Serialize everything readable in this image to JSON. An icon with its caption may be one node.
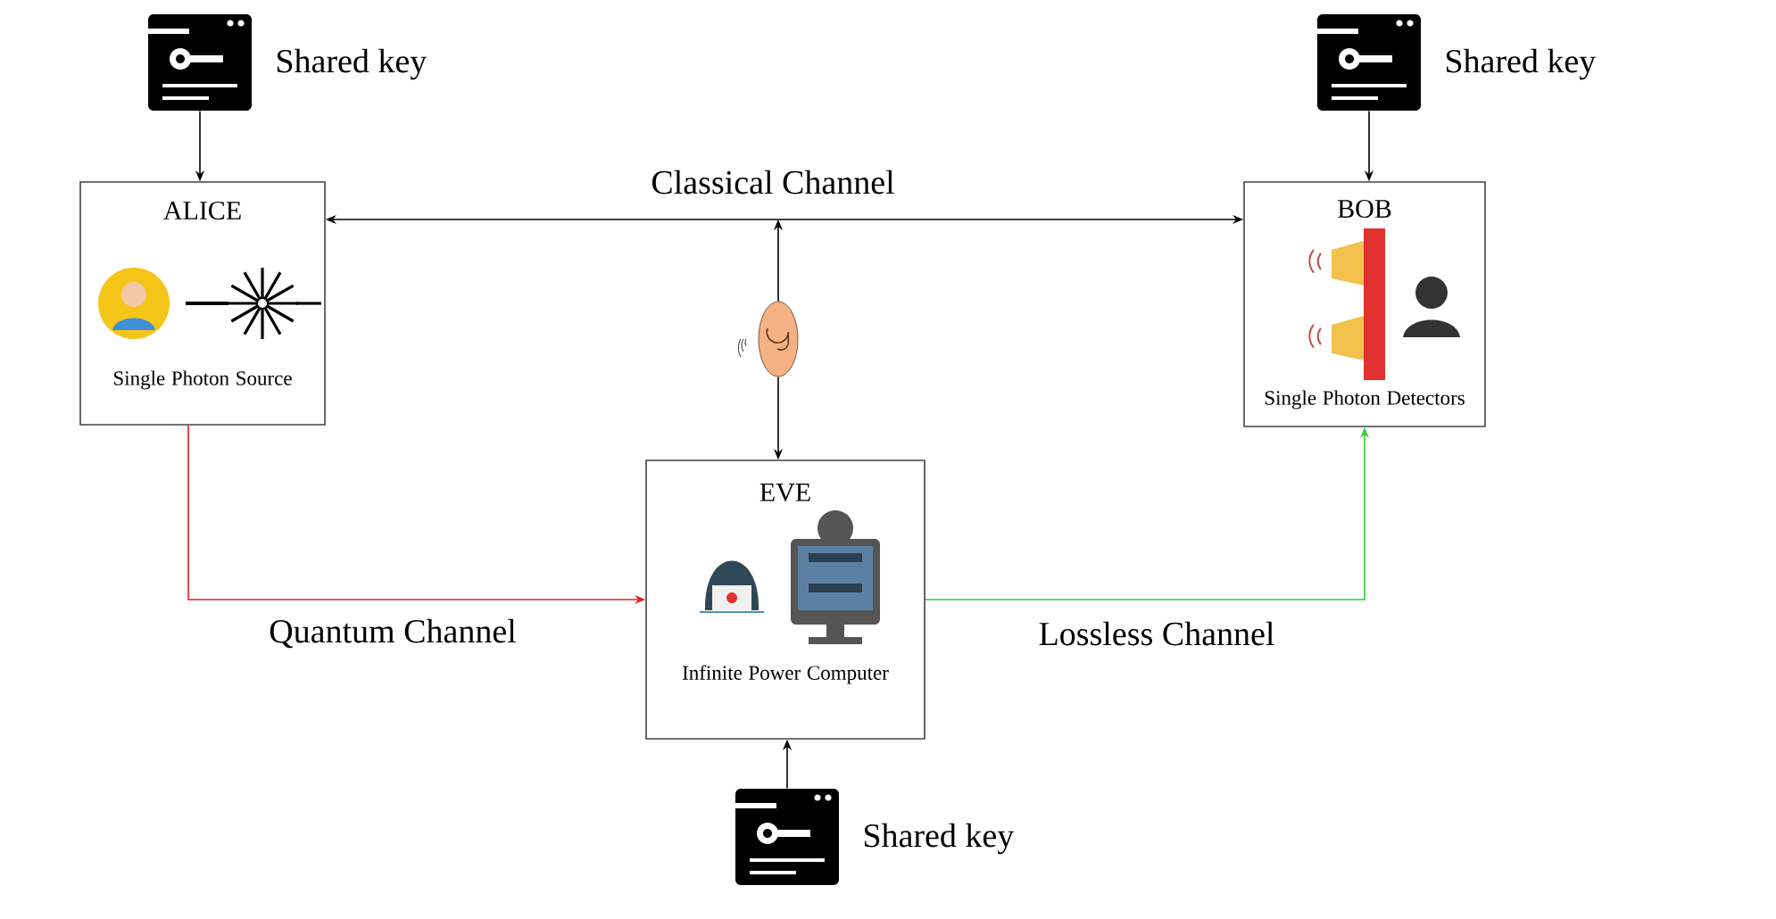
{
  "diagram": {
    "nodes": [
      {
        "text": [
          "ALICE",
          "Single Photon Source"
        ]
      },
      {
        "text": [
          "BOB",
          "Single Photon Detectors"
        ]
      },
      {
        "text": [
          "EVE",
          "Infinite Power Computer"
        ]
      },
      {
        "text": [],
        "shape": "picture",
        "beside": [
          "Shared key"
        ]
      },
      {
        "text": [],
        "shape": "picture",
        "beside": [
          "Shared key"
        ]
      },
      {
        "text": [],
        "shape": "picture",
        "beside": [
          "Shared key"
        ]
      },
      {
        "text": [],
        "shape": "picture"
      }
    ],
    "edges": [
      {
        "from": 3,
        "to": 0,
        "arrow": "to"
      },
      {
        "from": 4,
        "to": 1,
        "arrow": "to"
      },
      {
        "from": 5,
        "to": 2,
        "arrow": "to"
      },
      {
        "from": 0,
        "to": 1,
        "arrow": "both",
        "label": "Classical Channel"
      },
      {
        "from": 6,
        "to": null,
        "arrow": "to"
      },
      {
        "from": 6,
        "to": 2,
        "arrow": "to"
      },
      {
        "from": 0,
        "to": 2,
        "arrow": "to",
        "label": "Quantum Channel",
        "color": "#e02020"
      },
      {
        "from": 2,
        "to": 1,
        "arrow": "to",
        "label": "Lossless Channel",
        "color": "#33cc33"
      }
    ]
  }
}
